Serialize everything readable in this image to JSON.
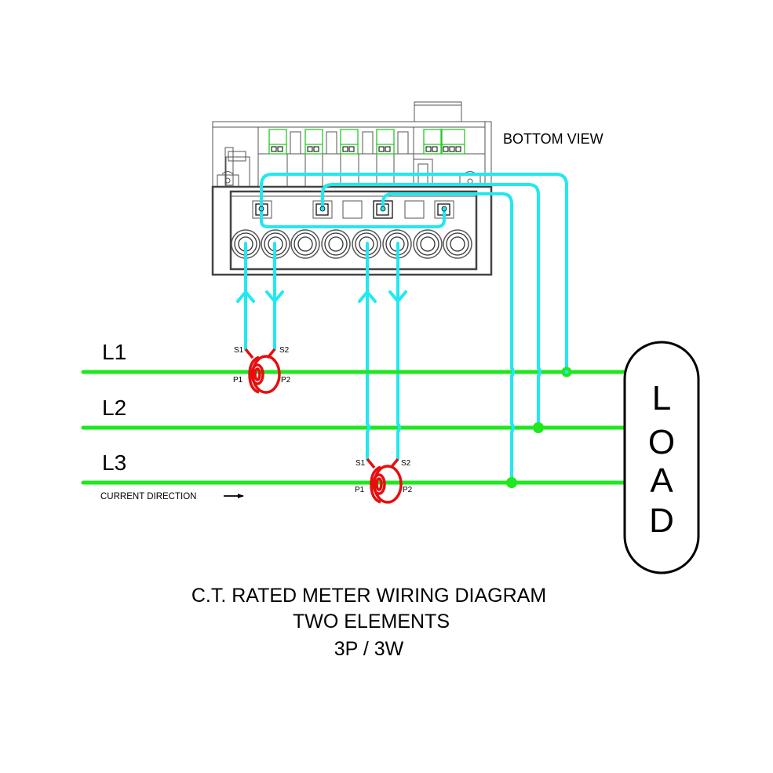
{
  "view_label": "BOTTOM VIEW",
  "lines": [
    {
      "label": "L1"
    },
    {
      "label": "L2"
    },
    {
      "label": "L3"
    }
  ],
  "current_direction_label": "CURRENT DIRECTION",
  "load_letters": [
    "L",
    "O",
    "A",
    "D"
  ],
  "ct_1": {
    "s1": "S1",
    "s2": "S2",
    "p1": "P1",
    "p2": "P2",
    "line": "L1"
  },
  "ct_2": {
    "s1": "S1",
    "s2": "S2",
    "p1": "P1",
    "p2": "P2",
    "line": "L3"
  },
  "title": {
    "line1": "C.T. RATED METER WIRING DIAGRAM",
    "line2": "TWO ELEMENTS",
    "line3": "3P / 3W"
  },
  "connections": [
    {
      "from": "meter-voltage-terminal-1",
      "to": "L1"
    },
    {
      "from": "meter-voltage-terminal-3",
      "to": "L2"
    },
    {
      "from": "meter-voltage-terminal-4",
      "to": "L3"
    }
  ],
  "colors": {
    "line_wire": "#1ee81e",
    "ct_lead": "#22e8f0",
    "ct_body": "#e60e0e",
    "outline": "#444444"
  }
}
